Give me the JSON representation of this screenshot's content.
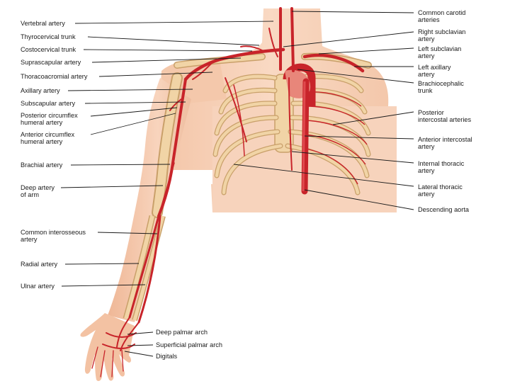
{
  "diagram": {
    "labels_left": [
      {
        "id": "vertebral",
        "lines": [
          "Vertebral artery"
        ]
      },
      {
        "id": "thyrocervical",
        "lines": [
          "Thyrocervical trunk"
        ]
      },
      {
        "id": "costocervical",
        "lines": [
          "Costocervical trunk"
        ]
      },
      {
        "id": "suprascapular",
        "lines": [
          "Suprascapular artery"
        ]
      },
      {
        "id": "thoracoacromial",
        "lines": [
          "Thoracoacromial artery"
        ]
      },
      {
        "id": "axillary",
        "lines": [
          "Axillary artery"
        ]
      },
      {
        "id": "subscapular",
        "lines": [
          "Subscapular artery"
        ]
      },
      {
        "id": "post-circumflex",
        "lines": [
          "Posterior circumflex",
          "humeral artery"
        ]
      },
      {
        "id": "ant-circumflex",
        "lines": [
          "Anterior circumflex",
          "humeral artery"
        ]
      },
      {
        "id": "brachial",
        "lines": [
          "Brachial artery"
        ]
      },
      {
        "id": "deep-arm",
        "lines": [
          "Deep artery",
          "of arm"
        ]
      },
      {
        "id": "common-interosseous",
        "lines": [
          "Common interosseous",
          "artery"
        ]
      },
      {
        "id": "radial",
        "lines": [
          "Radial artery"
        ]
      },
      {
        "id": "ulnar",
        "lines": [
          "Ulnar artery"
        ]
      }
    ],
    "labels_right": [
      {
        "id": "common-carotid",
        "lines": [
          "Common carotid",
          "arteries"
        ]
      },
      {
        "id": "right-subclavian",
        "lines": [
          "Right subclavian",
          "artery"
        ]
      },
      {
        "id": "left-subclavian",
        "lines": [
          "Left subclavian",
          "artery"
        ]
      },
      {
        "id": "left-axillary",
        "lines": [
          "Left axillary",
          "artery"
        ]
      },
      {
        "id": "brachiocephalic",
        "lines": [
          "Brachiocephalic",
          "trunk"
        ]
      },
      {
        "id": "posterior-intercostal",
        "lines": [
          "Posterior",
          "intercostal arteries"
        ]
      },
      {
        "id": "anterior-intercostal",
        "lines": [
          "Anterior intercostal",
          "artery"
        ]
      },
      {
        "id": "internal-thoracic",
        "lines": [
          "Internal thoracic",
          "artery"
        ]
      },
      {
        "id": "lateral-thoracic",
        "lines": [
          "Lateral thoracic",
          "artery"
        ]
      },
      {
        "id": "descending-aorta",
        "lines": [
          "Descending aorta"
        ]
      }
    ],
    "labels_bottom": [
      {
        "id": "deep-palmar",
        "lines": [
          "Deep palmar arch"
        ]
      },
      {
        "id": "superficial-palmar",
        "lines": [
          "Superficial palmar arch"
        ]
      },
      {
        "id": "digitals",
        "lines": [
          "Digitals"
        ]
      }
    ],
    "colors": {
      "skin": "#f6cdb2",
      "skin_dark": "#eab495",
      "bone": "#f1d4a6",
      "bone_edge": "#c9a06a",
      "artery": "#c8242a",
      "artery_dark": "#9e1218",
      "heart": "#e8867a",
      "leader": "#1a1a1a"
    }
  }
}
